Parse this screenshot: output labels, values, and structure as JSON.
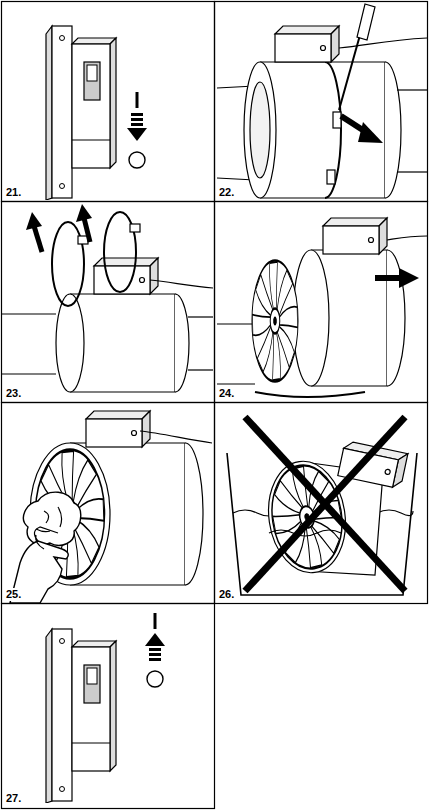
{
  "diagram": {
    "labels": [
      "21.",
      "22.",
      "23.",
      "24.",
      "25.",
      "26.",
      "27."
    ]
  }
}
